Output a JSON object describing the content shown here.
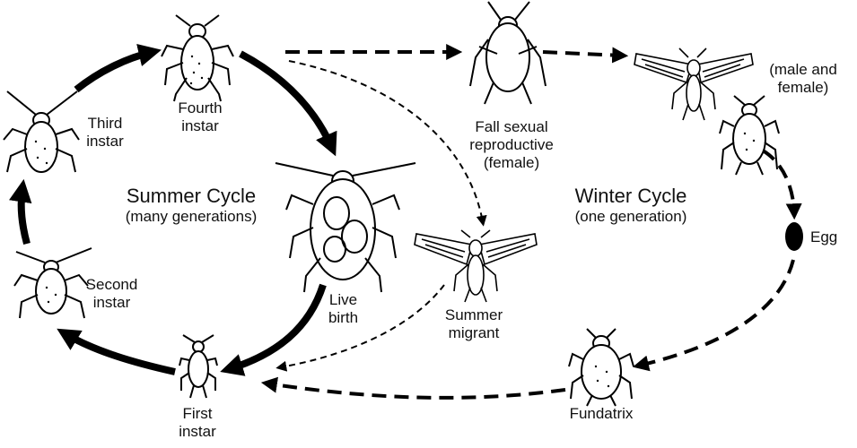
{
  "summer_cycle": {
    "title": "Summer Cycle",
    "subtitle": "(many generations)"
  },
  "winter_cycle": {
    "title": "Winter Cycle",
    "subtitle": "(one generation)"
  },
  "stages": {
    "first_instar": "First\ninstar",
    "second_instar": "Second\ninstar",
    "third_instar": "Third\ninstar",
    "fourth_instar": "Fourth\ninstar",
    "live_birth": "Live\nbirth",
    "summer_migrant": "Summer\nmigrant",
    "fall_sexual": "Fall sexual\nreproductive\n(female)",
    "male_female": "(male and\nfemale)",
    "egg": "Egg",
    "fundatrix": "Fundatrix"
  }
}
